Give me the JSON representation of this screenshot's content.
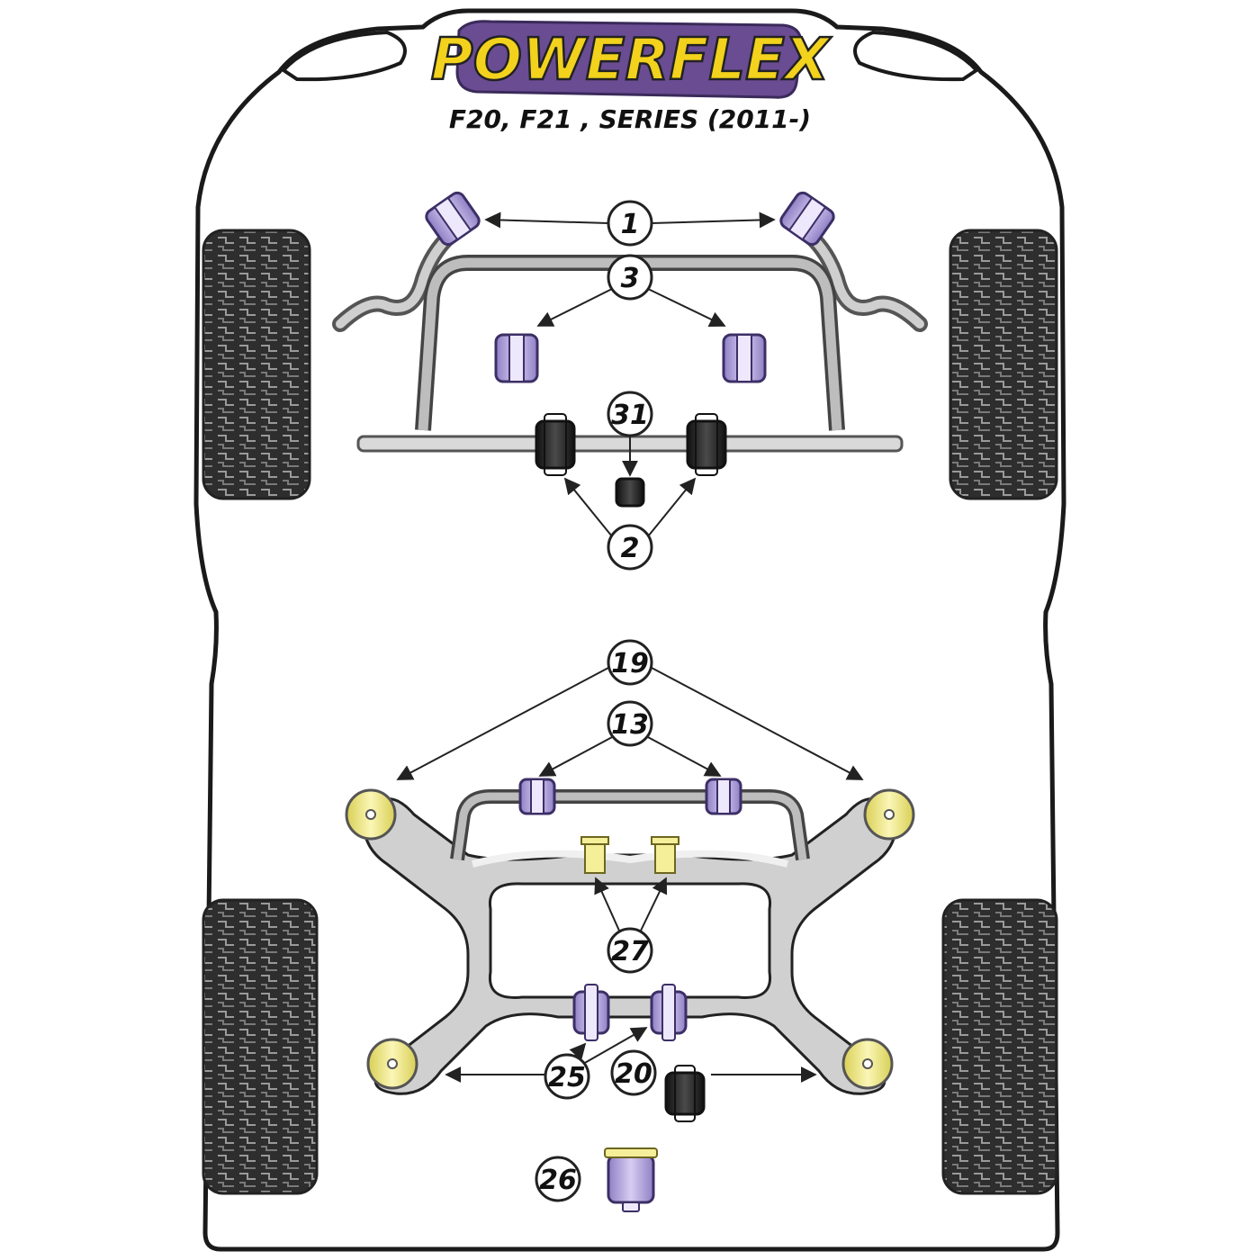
{
  "brand": {
    "logo_text": "POWERFLEX"
  },
  "model": {
    "title": "F20, F21 , SERIES (2011-)"
  },
  "callouts": [
    {
      "id": "c1",
      "label": "1"
    },
    {
      "id": "c3",
      "label": "3"
    },
    {
      "id": "c31",
      "label": "31"
    },
    {
      "id": "c2",
      "label": "2"
    },
    {
      "id": "c19",
      "label": "19"
    },
    {
      "id": "c13",
      "label": "13"
    },
    {
      "id": "c27",
      "label": "27"
    },
    {
      "id": "c25",
      "label": "25"
    },
    {
      "id": "c20",
      "label": "20"
    },
    {
      "id": "c26",
      "label": "26"
    }
  ],
  "colors": {
    "bush_purple": "#c4b8e8",
    "bush_purple_dark": "#5a4a86",
    "bush_black": "#1c1c1c",
    "bush_yellow": "#f5ef9a",
    "logo_purple": "#6a4c93",
    "logo_yellow": "#f2d21c",
    "frame_grey": "#d4d4d4",
    "tyre_dark": "#3a3a3a"
  }
}
